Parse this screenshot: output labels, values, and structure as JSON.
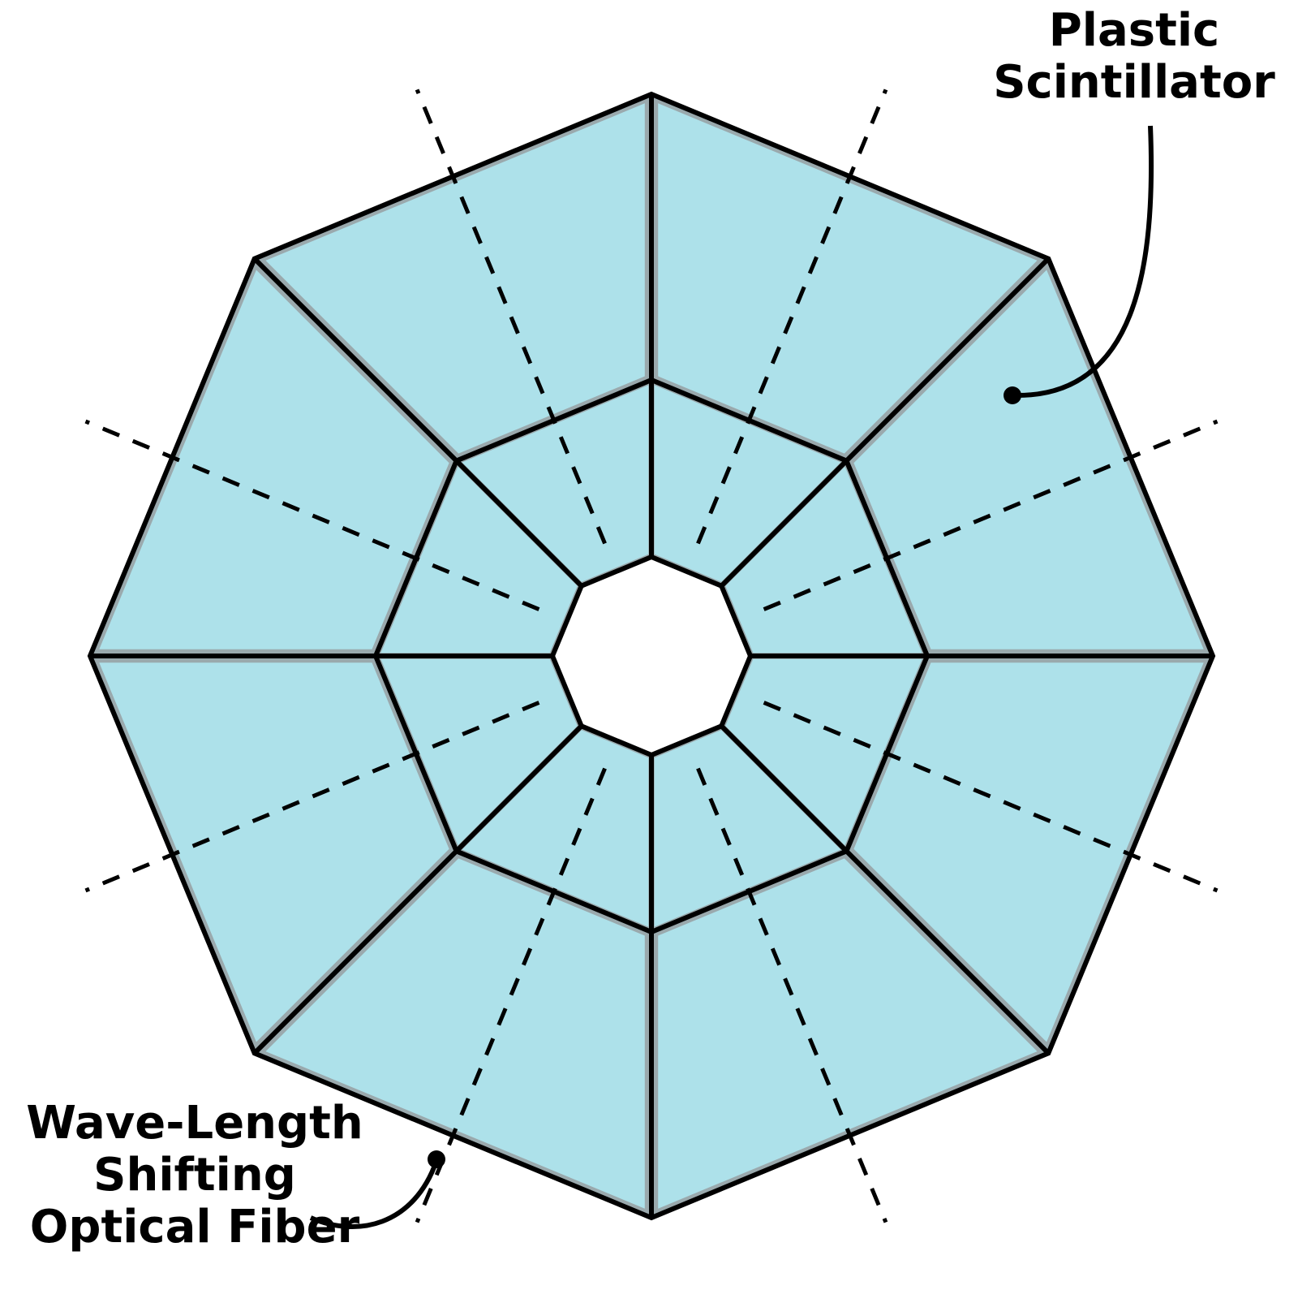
{
  "colors": {
    "scintillator_fill": "#ade1ea",
    "tile_edge": "#9aa9ad",
    "outline": "#000000",
    "background": "#ffffff"
  },
  "labels": {
    "scintillator": {
      "line1": "Plastic",
      "line2": "Scintillator"
    },
    "fiber": {
      "line1": "Wave-Length",
      "line2": "Shifting",
      "line3": "Optical Fiber"
    }
  }
}
